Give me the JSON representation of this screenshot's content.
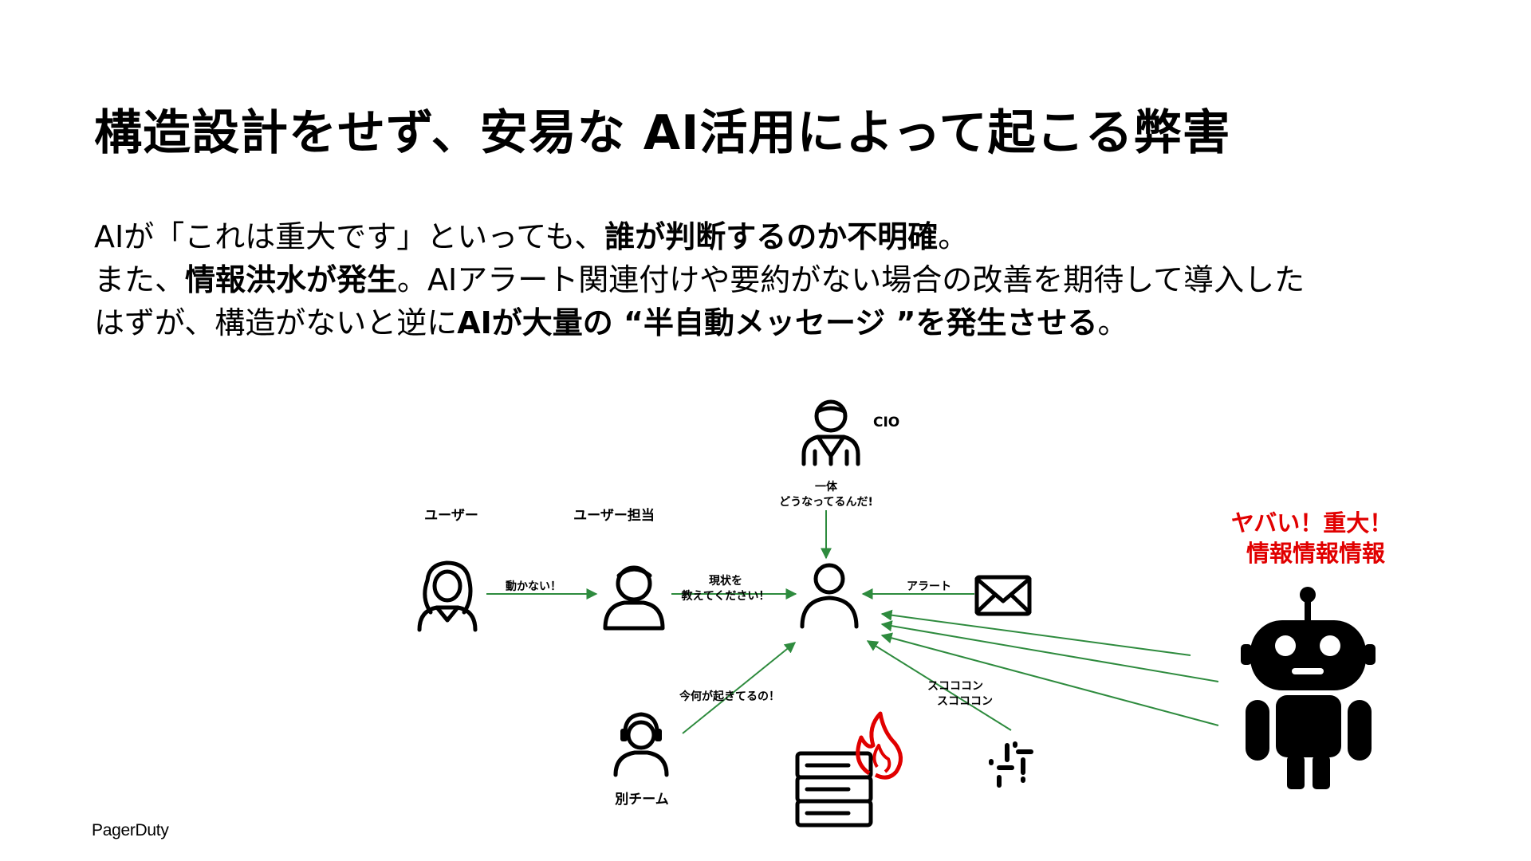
{
  "slide": {
    "title": "構造設計をせず、安易な AI活用によって起こる弊害",
    "line1": {
      "pre": "AIが「これは重大です」といっても、",
      "bold": "誰が判断するのか不明確",
      "post": "。"
    },
    "line2": {
      "pre": "また、",
      "bold": "情報洪水が発生",
      "post": "。AIアラート関連付けや要約がない場合の改善を期待して導入した"
    },
    "line3": {
      "pre": "はずが、構造がないと逆に",
      "bold": "AIが大量の “半自動メッセージ ”を発生させる",
      "post": "。"
    },
    "footer": "PagerDuty"
  },
  "diagram": {
    "roles": {
      "cio": "CIO",
      "user": "ユーザー",
      "user_rep": "ユーザー担当",
      "other_team": "別チーム"
    },
    "messages": {
      "cio_line1": "一体",
      "cio_line2": "どうなってるんだ!",
      "user_to_rep": "動かない！",
      "rep_line1": "現状を",
      "rep_line2": "教えてください！",
      "alert": "アラート",
      "other_team": "今何が起きてるの！",
      "slack_line1": "スコココン",
      "slack_line2": "スコココン"
    },
    "robot_cry": {
      "line1": "ヤバい！重大！",
      "line2": "情報情報情報"
    },
    "icons": [
      "executive-icon",
      "woman-user-icon",
      "support-person-icon",
      "person-icon",
      "mail-icon",
      "headset-person-icon",
      "server-fire-icon",
      "slack-icon",
      "robot-icon"
    ],
    "colors": {
      "arrow": "#2e8b3e",
      "alert": "#e10000",
      "fire": "#e10000"
    }
  }
}
